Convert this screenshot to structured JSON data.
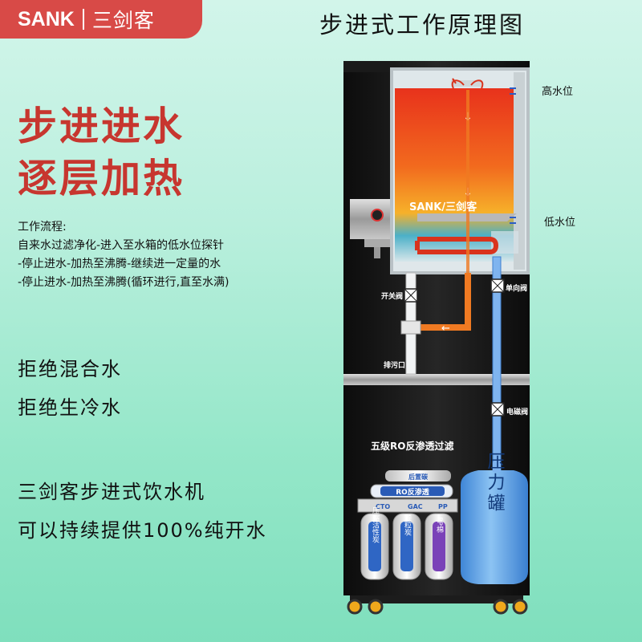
{
  "brand": {
    "en": "SANK",
    "cn": "三剑客"
  },
  "diagram_title": "步进式工作原理图",
  "headline": {
    "line1": "步进进水",
    "line2": "逐层加热"
  },
  "process": {
    "heading": "工作流程:",
    "lines": [
      "自来水过滤净化-进入至水箱的低水位探针",
      "-停止进水-加热至沸腾-继续进一定量的水",
      "-停止进水-加热至沸腾(循环进行,直至水满)"
    ]
  },
  "claims": [
    "拒绝混合水",
    "拒绝生冷水",
    "三剑客步进式饮水机",
    "可以持续提供100%纯开水"
  ],
  "labels": {
    "high_level": "高水位",
    "low_level": "低水位",
    "tank_brand": "SANK/三剑客",
    "switch_valve": "开关阀",
    "check_valve": "单向阀",
    "drain": "排污口",
    "solenoid_valve": "电磁阀",
    "ro_title": "五级RO反渗透过滤",
    "pressure_tank": "压力罐",
    "filter_top": "后置碳",
    "filter_ro": "RO反渗透",
    "rack_labels": [
      "CTO",
      "GAC",
      "PP"
    ],
    "filter_cartridges": [
      "压缩活性炭",
      "颗粒炭",
      "PP棉"
    ]
  },
  "colors": {
    "brand": "#d84a47",
    "headline": "#c7362f",
    "hot_water": "#e33a1e",
    "flow_arrow": "#f07a22",
    "cold_pipe": "#7fb4ef",
    "cabinet": "#111111"
  }
}
